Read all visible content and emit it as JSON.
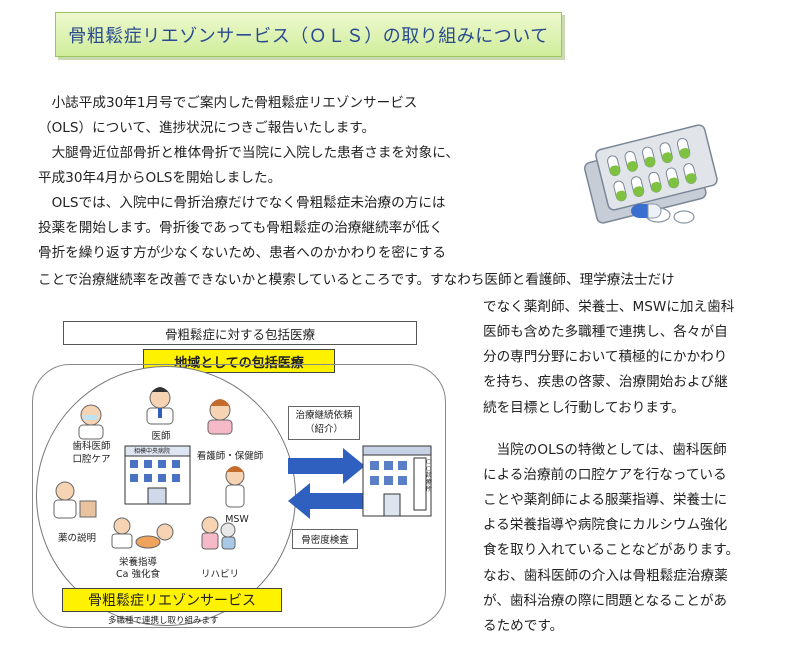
{
  "title": "骨粗鬆症リエゾンサービス（ＯＬＳ）の取り組みについて",
  "para1": [
    "　小誌平成30年1月号でご案内した骨粗鬆症リエゾンサービス",
    "（OLS）について、進捗状況につきご報告いたします。"
  ],
  "para2": [
    "　大腿骨近位部骨折と椎体骨折で当院に入院した患者さまを対象に、",
    "平成30年4月からOLSを開始しました。"
  ],
  "para3_left": [
    "　OLSでは、入院中に骨折治療だけでなく骨粗鬆症未治療の方には",
    "投薬を開始します。骨折後であっても骨粗鬆症の治療継続率が低く",
    "骨折を繰り返す方が少なくないため、患者へのかかわりを密にする"
  ],
  "para3_full": "ことで治療継続率を改善できないかと模索しているところです。すなわち医師と看護師、理学療法士だけ",
  "para3_right": [
    "でなく薬剤師、栄養士、MSWに加え歯科",
    "医師も含めた多職種で連携し、各々が自",
    "分の専門分野において積極的にかかわり",
    "を持ち、疾患の啓蒙、治療開始および継",
    "続を目標とし行動しております。"
  ],
  "para4_right": [
    "　当院のOLSの特徴としては、歯科医師",
    "による治療前の口腔ケアを行なっている",
    "ことや薬剤師による服薬指導、栄養士に",
    "よる栄養指導や病院食にカルシウム強化",
    "食を取り入れていることなどがあります。",
    "なお、歯科医師の介入は骨粗鬆症治療薬",
    "が、歯科治療の際に問題となることがあ",
    "るためです。"
  ],
  "diagram": {
    "header": "骨粗鬆症に対する包括医療",
    "subheader": "地域としての包括医療",
    "roles": {
      "dentist": [
        "歯科医師",
        "口腔ケア"
      ],
      "doctor": "医師",
      "nurse": "看護師・保健師",
      "pharmacist": "薬の説明",
      "nutrition": [
        "栄養指導",
        "Ca 強化食"
      ],
      "rehab": "リハビリ",
      "msw": "MSW"
    },
    "hospital_sign": "相模中央病院",
    "clinic_sign": "○○診療所",
    "referral_label": [
      "治療継続依頼",
      "（紹介）"
    ],
    "density_label": "骨密度検査",
    "footer": "骨粗鬆症リエゾンサービス",
    "footer_note": "多職種で連携し取り組みます"
  },
  "colors": {
    "title_text": "#2a4a8f",
    "title_bg": "#d6f0a8",
    "yellow": "#fff200",
    "arrow": "#2f5fbf"
  }
}
